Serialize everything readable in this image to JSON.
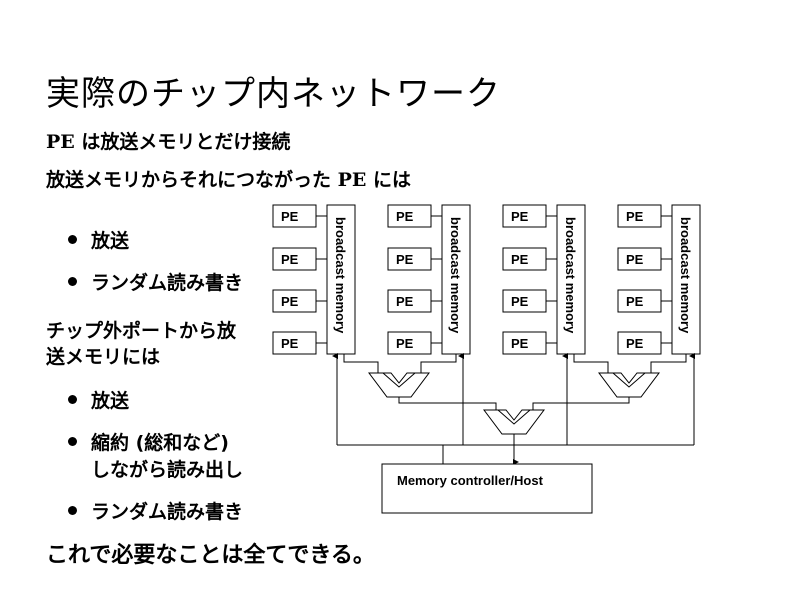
{
  "slide": {
    "title": "実際のチップ内ネットワーク",
    "line1": {
      "pe": "PE",
      "text": " は放送メモリとだけ接続"
    },
    "line2": {
      "text": "放送メモリからそれにつながった ",
      "pe": "PE",
      "tail": " には"
    },
    "list1": [
      "放送",
      "ランダム読み書き"
    ],
    "offchip_heading": [
      "チップ外ポートから放",
      "送メモリには"
    ],
    "list2": [
      {
        "lines": [
          "縮約 (総和など)",
          "しながら読み出し"
        ]
      }
    ],
    "list2_first": "放送",
    "list2_last": "ランダム読み書き",
    "conclusion": "これで必要なことは全てできる。"
  },
  "diagram": {
    "pe_label": "PE",
    "memory_label": "broadcast memory",
    "host_label": "Memory controller/Host",
    "columns": 4,
    "pes_per_column": 4,
    "reducers": 3
  }
}
